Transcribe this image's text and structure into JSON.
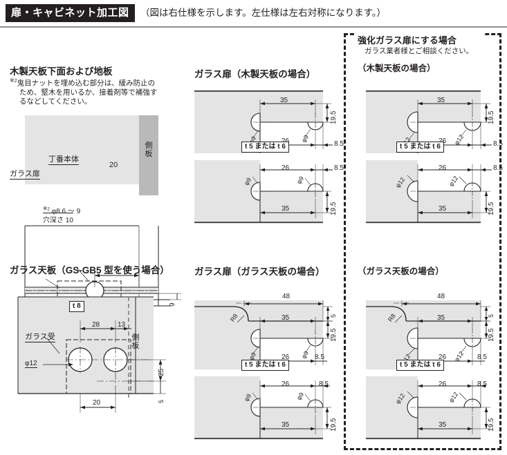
{
  "header": {
    "tag": "扉・キャビネット加工図",
    "note": "（図は右仕様を示します。左仕様は左右対称になります。）"
  },
  "sections": {
    "top_left": {
      "title": "木製天板下面および地板",
      "note_mark": "※",
      "note_sup": "2",
      "note_text_line1": "鬼目ナットを埋め込む部分は、緩み防止の",
      "note_text_line2": "ため、堅木を用いるか、接着剤等で補強す",
      "note_text_line3": "るなどしてください。",
      "labels": {
        "hinge_body": "丁番本体",
        "glass_door": "ガラス扉",
        "side_panel": "側板",
        "dim_20": "20",
        "dim_9": "9",
        "hole_mark": "※",
        "hole_sup": "2",
        "hole_dia": "φ8.6 〜 9",
        "hole_depth": "穴深さ 10"
      }
    },
    "top_mid": {
      "title": "ガラス扉（木製天板の場合）",
      "upper": {
        "dim_35": "35",
        "dim_19_5": "19.5",
        "dim_26": "26",
        "dim_8_5": "8.5",
        "hole_left": "φ9",
        "hole_right": "φ9",
        "thickness": "t 5 または t 6"
      },
      "lower": {
        "dim_26": "26",
        "dim_8_5": "8.5",
        "dim_35": "35",
        "dim_19_5": "19.5",
        "hole_left": "φ9",
        "hole_right": "φ9"
      }
    },
    "top_right": {
      "title": "強化ガラス扉にする場合",
      "subtitle": "ガラス業者様とご相談ください。",
      "caption": "（木製天板の場合）",
      "upper": {
        "dim_35": "35",
        "dim_19_5": "19.5",
        "dim_26": "26",
        "dim_8_5": "8.5",
        "hole_left": "φ12",
        "hole_right": "φ12",
        "thickness": "t 5 または t 6"
      },
      "lower": {
        "dim_26": "26",
        "dim_8_5": "8.5",
        "dim_35": "35",
        "dim_19_5": "19.5",
        "hole_left": "φ12",
        "hole_right": "φ12"
      }
    },
    "bottom_left": {
      "title": "ガラス天板（GS-GB5 型を使う場合）",
      "labels": {
        "thickness": "t 8",
        "glass_holder": "ガラス受",
        "side_panel": "側板",
        "dim_28": "28",
        "dim_13": "13",
        "dim_phi12": "φ12",
        "dim_25": "25",
        "dim_20": "20",
        "dim_5": "5"
      }
    },
    "bottom_mid": {
      "title": "ガラス扉（ガラス天板の場合）",
      "upper": {
        "dim_48": "48",
        "dim_5": "5",
        "radius": "R8",
        "dim_35": "35",
        "dim_19_5": "19.5",
        "dim_26": "26",
        "dim_8_5": "8.5",
        "hole_left": "φ9",
        "hole_right": "φ9",
        "thickness": "t 5 または t 6"
      },
      "lower": {
        "dim_26": "26",
        "dim_8_5": "8.5",
        "dim_35": "35",
        "dim_19_5": "19.5",
        "hole_left": "φ9",
        "hole_right": "φ9"
      }
    },
    "bottom_right": {
      "caption": "（ガラス天板の場合）",
      "upper": {
        "dim_48": "48",
        "dim_5": "5",
        "radius": "R8",
        "dim_35": "35",
        "dim_19_5": "19.5",
        "dim_26": "26",
        "dim_8_5": "8.5",
        "hole_left": "φ12",
        "hole_right": "φ12",
        "thickness": "t 5 または t 6"
      },
      "lower": {
        "dim_26": "26",
        "dim_8_5": "8.5",
        "dim_35": "35",
        "dim_19_5": "19.5",
        "hole_left": "φ12",
        "hole_right": "φ12"
      }
    }
  },
  "colors": {
    "ink": "#231f20",
    "panel_fill": "#e4e4e4",
    "side_panel_fill": "#b9b9b9",
    "rule": "#8d8d8d"
  }
}
